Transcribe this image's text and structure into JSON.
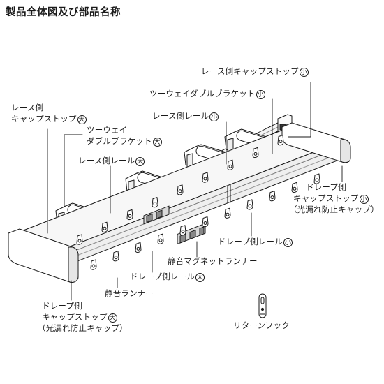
{
  "title": "製品全体図及び部品名称",
  "labels": {
    "lace_cap_small_text": "レース側キャップストップ",
    "lace_cap_small_size": "小",
    "two_way_small_text": "ツーウェイダブルブラケット",
    "two_way_small_size": "小",
    "lace_rail_small_text": "レース側レール",
    "lace_rail_small_size": "小",
    "lace_cap_large_line1": "レース側",
    "lace_cap_large_line2": "キャップストップ",
    "lace_cap_large_size": "大",
    "two_way_large_line1": "ツーウェイ",
    "two_way_large_line2": "ダブルブラケット",
    "two_way_large_size": "大",
    "lace_rail_large_text": "レース側レール",
    "lace_rail_large_size": "大",
    "drape_cap_small_line1": "ドレープ側",
    "drape_cap_small_line2": "キャップストップ",
    "drape_cap_small_size": "小",
    "drape_cap_small_line3": "（光漏れ防止キャップ）",
    "drape_rail_small_text": "ドレープ側レール",
    "drape_rail_small_size": "小",
    "silent_magnet_runner": "静音マグネットランナー",
    "drape_rail_large_text": "ドレープ側レール",
    "drape_rail_large_size": "大",
    "silent_runner": "静音ランナー",
    "drape_cap_large_line1": "ドレープ側",
    "drape_cap_large_line2": "キャップストップ",
    "drape_cap_large_size": "大",
    "drape_cap_large_line3": "（光漏れ防止キャップ）",
    "return_hook": "リターンフック"
  },
  "colors": {
    "line": "#1a1a1a",
    "rail_fill": "#f4f4f4",
    "shade": "#d9d9d9"
  }
}
